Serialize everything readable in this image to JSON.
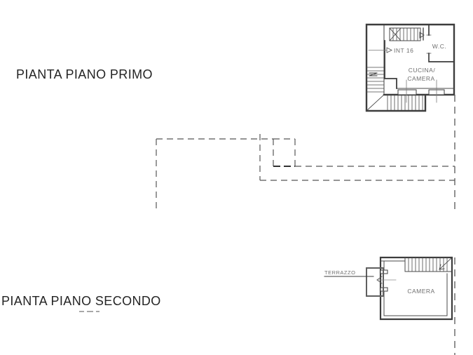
{
  "titles": {
    "first": "PIANTA PIANO PRIMO",
    "second": "PIANTA PIANO SECONDO"
  },
  "plan1": {
    "int_label": "INT 16",
    "wc_label": "W.C.",
    "room_label_line1": "CUCINA/",
    "room_label_line2": "CAMERA"
  },
  "plan2": {
    "terrace_label": "TERRAZZO",
    "room_label": "CAMERA"
  },
  "colors": {
    "wall_line": "#3d3d3d",
    "light_line": "#8a8a8a",
    "dashed_line": "#565656",
    "plan_text": "#6f6f6f",
    "title_text": "#242424"
  }
}
